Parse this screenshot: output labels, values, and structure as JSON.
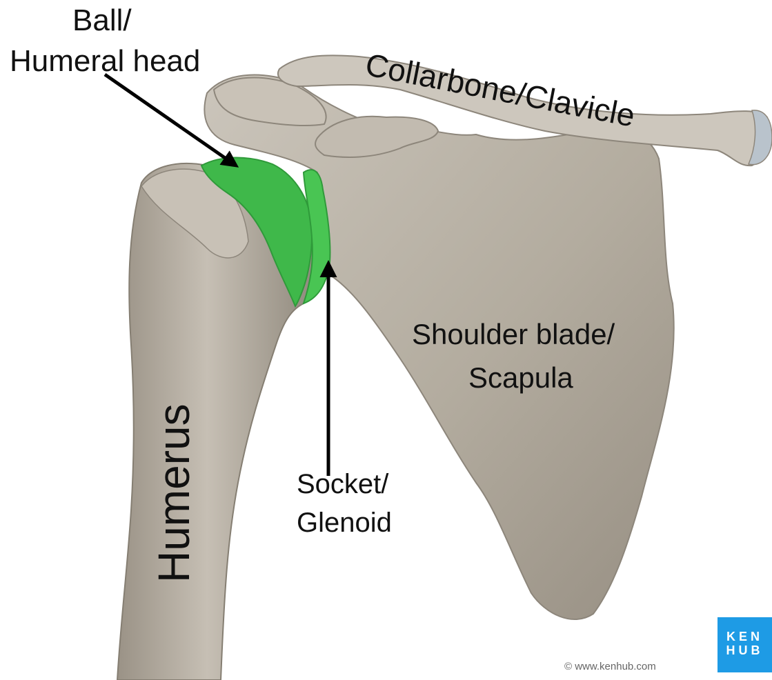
{
  "labels": {
    "ball_line1": "Ball/",
    "ball_line2": "Humeral head",
    "clavicle": "Collarbone/Clavicle",
    "scapula_line1": "Shoulder blade/",
    "scapula_line2": "Scapula",
    "socket_line1": "Socket/",
    "socket_line2": "Glenoid",
    "humerus": "Humerus"
  },
  "logo": {
    "line1": "KEN",
    "line2": "HUB",
    "copyright": "© www.kenhub.com"
  },
  "colors": {
    "bone": "#b8b1a6",
    "bone_shadow": "#8d867b",
    "highlight": "#3fb84a",
    "arrow": "#000000",
    "text": "#111111",
    "logo_bg": "#1e9be5"
  }
}
